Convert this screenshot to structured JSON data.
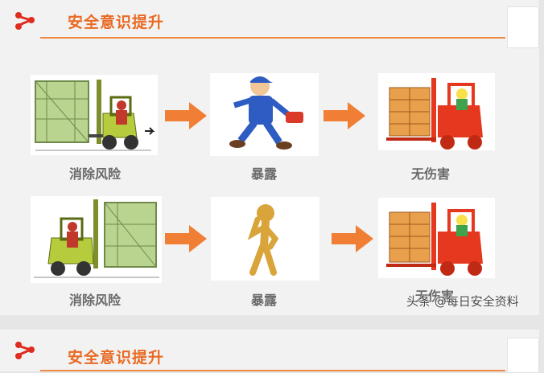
{
  "section1": {
    "title": "安全意识提升"
  },
  "row1": {
    "labels": [
      "消除风险",
      "暴露",
      "无伤害"
    ]
  },
  "row2": {
    "labels": [
      "消除风险",
      "暴露",
      "无伤害"
    ]
  },
  "section2": {
    "title": "安全意识提升"
  },
  "watermark": "头条 @每日安全资料",
  "colors": {
    "accent": "#ea6a23",
    "arrow": "#f07f35",
    "forklift": "#e5381f",
    "box": "#e9a04d"
  },
  "icons": [
    "share-logo-icon",
    "right-arrow-icon",
    "forklift-illustration",
    "worker-illustration",
    "thinking-figure-illustration"
  ]
}
